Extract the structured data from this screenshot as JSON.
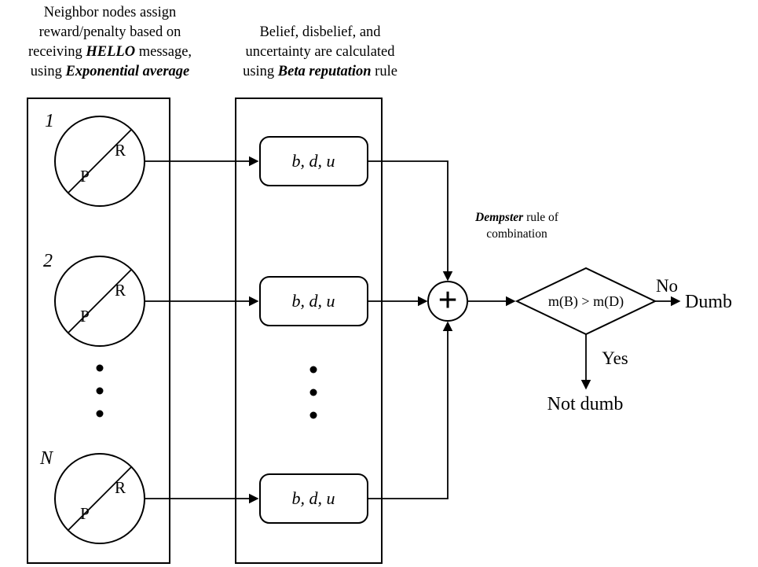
{
  "heading_left": {
    "line1": "Neighbor nodes assign",
    "line2": "reward/penalty based on",
    "line3_pre": "receiving ",
    "line3_em": "HELLO",
    "line3_post": " message,",
    "line4_pre": "using ",
    "line4_em": "Exponential average"
  },
  "heading_right": {
    "line1": "Belief, disbelief, and",
    "line2": "uncertainty are calculated",
    "line3_pre": "using ",
    "line3_em": "Beta reputation",
    "line3_post": " rule"
  },
  "rows": [
    {
      "index": "1",
      "reward": "R",
      "penalty": "P",
      "bdu": "b, d, u"
    },
    {
      "index": "2",
      "reward": "R",
      "penalty": "P",
      "bdu": "b, d, u"
    },
    {
      "index": "N",
      "reward": "R",
      "penalty": "P",
      "bdu": "b, d, u"
    }
  ],
  "combiner": {
    "symbol": "+",
    "label_em": "Dempster",
    "label_rest": " rule of",
    "label_line2": "combination"
  },
  "decision": {
    "condition": "m(B) > m(D)",
    "no_label": "No",
    "no_result": "Dumb",
    "yes_label": "Yes",
    "yes_result": "Not dumb"
  }
}
